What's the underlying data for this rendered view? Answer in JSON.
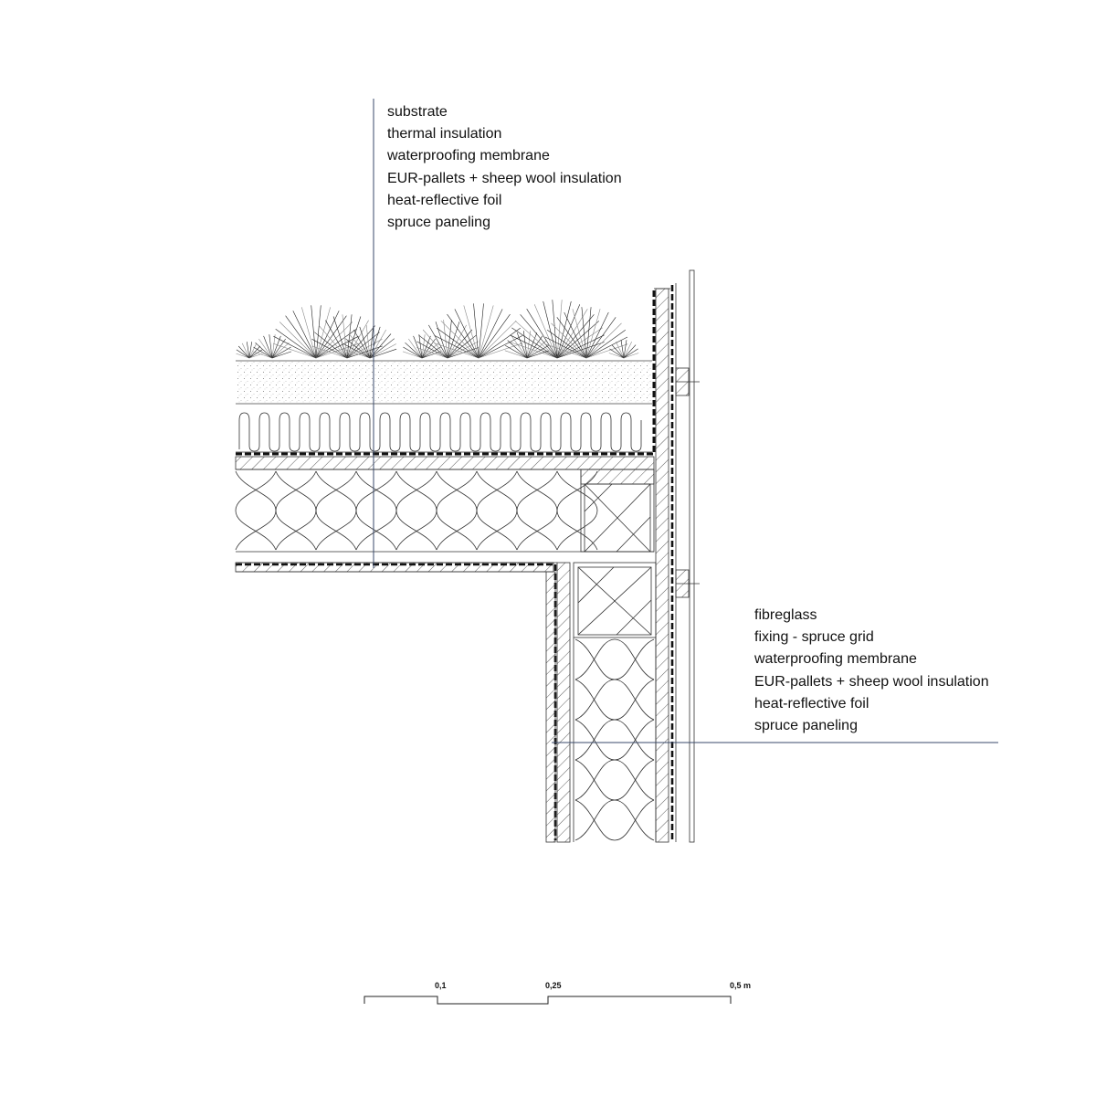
{
  "roof_layers": [
    "substrate",
    "thermal insulation",
    "waterproofing membrane",
    "EUR-pallets + sheep wool insulation",
    "heat-reflective foil",
    "spruce paneling"
  ],
  "wall_layers": [
    "fibreglass",
    "fixing - spruce grid",
    "waterproofing membrane",
    "EUR-pallets + sheep wool insulation",
    "heat-reflective foil",
    "spruce paneling"
  ],
  "scale_bar": {
    "ticks": [
      "0,1",
      "0,25",
      "0,5 m"
    ]
  },
  "colors": {
    "line": "#222222",
    "leader": "#3a4a6b"
  }
}
